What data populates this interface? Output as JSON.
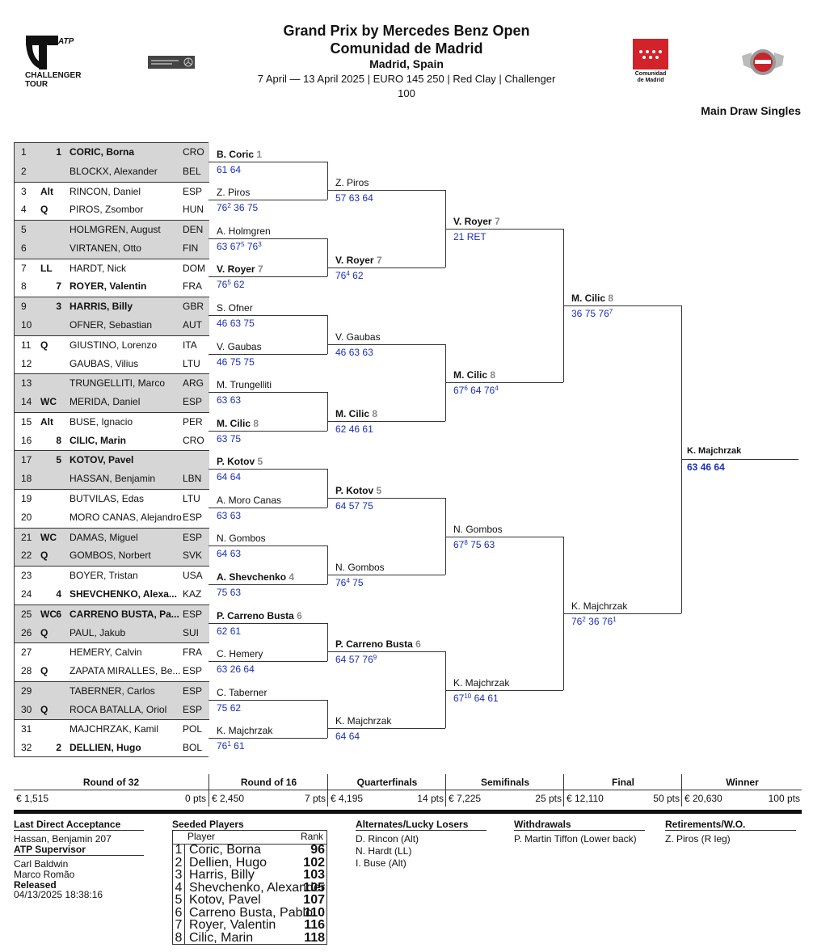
{
  "header": {
    "title": "Grand Prix by Mercedes Benz Open",
    "subtitle": "Comunidad de Madrid",
    "location": "Madrid, Spain",
    "info": "7 April — 13 April 2025 | EURO 145 250 | Red Clay | Challenger",
    "level": "100",
    "draw_type": "Main Draw Singles"
  },
  "logos": {
    "atp_top": "ATP",
    "atp_line1": "CHALLENGER",
    "atp_line2": "TOUR",
    "cm_line1": "Comunidad",
    "cm_line2": "de Madrid"
  },
  "players": [
    {
      "pos": "1",
      "entry": "",
      "seed": "1",
      "name": "CORIC, Borna",
      "nat": "CRO",
      "bold": true
    },
    {
      "pos": "2",
      "entry": "",
      "seed": "",
      "name": "BLOCKX, Alexander",
      "nat": "BEL",
      "bold": false
    },
    {
      "pos": "3",
      "entry": "Alt",
      "seed": "",
      "name": "RINCON, Daniel",
      "nat": "ESP",
      "bold": false
    },
    {
      "pos": "4",
      "entry": "Q",
      "seed": "",
      "name": "PIROS, Zsombor",
      "nat": "HUN",
      "bold": false
    },
    {
      "pos": "5",
      "entry": "",
      "seed": "",
      "name": "HOLMGREN, August",
      "nat": "DEN",
      "bold": false
    },
    {
      "pos": "6",
      "entry": "",
      "seed": "",
      "name": "VIRTANEN, Otto",
      "nat": "FIN",
      "bold": false
    },
    {
      "pos": "7",
      "entry": "LL",
      "seed": "",
      "name": "HARDT, Nick",
      "nat": "DOM",
      "bold": false
    },
    {
      "pos": "8",
      "entry": "",
      "seed": "7",
      "name": "ROYER, Valentin",
      "nat": "FRA",
      "bold": true
    },
    {
      "pos": "9",
      "entry": "",
      "seed": "3",
      "name": "HARRIS, Billy",
      "nat": "GBR",
      "bold": true
    },
    {
      "pos": "10",
      "entry": "",
      "seed": "",
      "name": "OFNER, Sebastian",
      "nat": "AUT",
      "bold": false
    },
    {
      "pos": "11",
      "entry": "Q",
      "seed": "",
      "name": "GIUSTINO, Lorenzo",
      "nat": "ITA",
      "bold": false
    },
    {
      "pos": "12",
      "entry": "",
      "seed": "",
      "name": "GAUBAS, Vilius",
      "nat": "LTU",
      "bold": false
    },
    {
      "pos": "13",
      "entry": "",
      "seed": "",
      "name": "TRUNGELLITI, Marco",
      "nat": "ARG",
      "bold": false
    },
    {
      "pos": "14",
      "entry": "WC",
      "seed": "",
      "name": "MERIDA, Daniel",
      "nat": "ESP",
      "bold": false
    },
    {
      "pos": "15",
      "entry": "Alt",
      "seed": "",
      "name": "BUSE, Ignacio",
      "nat": "PER",
      "bold": false
    },
    {
      "pos": "16",
      "entry": "",
      "seed": "8",
      "name": "CILIC, Marin",
      "nat": "CRO",
      "bold": true
    },
    {
      "pos": "17",
      "entry": "",
      "seed": "5",
      "name": "KOTOV, Pavel",
      "nat": "",
      "bold": true
    },
    {
      "pos": "18",
      "entry": "",
      "seed": "",
      "name": "HASSAN, Benjamin",
      "nat": "LBN",
      "bold": false
    },
    {
      "pos": "19",
      "entry": "",
      "seed": "",
      "name": "BUTVILAS, Edas",
      "nat": "LTU",
      "bold": false
    },
    {
      "pos": "20",
      "entry": "",
      "seed": "",
      "name": "MORO CANAS, Alejandro",
      "nat": "ESP",
      "bold": false
    },
    {
      "pos": "21",
      "entry": "WC",
      "seed": "",
      "name": "DAMAS, Miguel",
      "nat": "ESP",
      "bold": false
    },
    {
      "pos": "22",
      "entry": "Q",
      "seed": "",
      "name": "GOMBOS, Norbert",
      "nat": "SVK",
      "bold": false
    },
    {
      "pos": "23",
      "entry": "",
      "seed": "",
      "name": "BOYER, Tristan",
      "nat": "USA",
      "bold": false
    },
    {
      "pos": "24",
      "entry": "",
      "seed": "4",
      "name": "SHEVCHENKO, Alexa...",
      "nat": "KAZ",
      "bold": true
    },
    {
      "pos": "25",
      "entry": "WC",
      "seed": "6",
      "name": "CARRENO BUSTA, Pa...",
      "nat": "ESP",
      "bold": true
    },
    {
      "pos": "26",
      "entry": "Q",
      "seed": "",
      "name": "PAUL, Jakub",
      "nat": "SUI",
      "bold": false
    },
    {
      "pos": "27",
      "entry": "",
      "seed": "",
      "name": "HEMERY, Calvin",
      "nat": "FRA",
      "bold": false
    },
    {
      "pos": "28",
      "entry": "Q",
      "seed": "",
      "name": "ZAPATA MIRALLES, Be...",
      "nat": "ESP",
      "bold": false
    },
    {
      "pos": "29",
      "entry": "",
      "seed": "",
      "name": "TABERNER, Carlos",
      "nat": "ESP",
      "bold": false
    },
    {
      "pos": "30",
      "entry": "Q",
      "seed": "",
      "name": "ROCA BATALLA, Oriol",
      "nat": "ESP",
      "bold": false
    },
    {
      "pos": "31",
      "entry": "",
      "seed": "",
      "name": "MAJCHRZAK, Kamil",
      "nat": "POL",
      "bold": false
    },
    {
      "pos": "32",
      "entry": "",
      "seed": "2",
      "name": "DELLIEN, Hugo",
      "nat": "BOL",
      "bold": true
    }
  ],
  "rounds": [
    [
      {
        "name": "B. Coric",
        "seed": "1",
        "bold": true,
        "score": [
          [
            "61",
            ""
          ],
          [
            "64",
            ""
          ]
        ]
      },
      {
        "name": "Z. Piros",
        "seed": "",
        "bold": false,
        "score": [
          [
            "76",
            "2"
          ],
          [
            "36",
            ""
          ],
          [
            "75",
            ""
          ]
        ]
      },
      {
        "name": "A. Holmgren",
        "seed": "",
        "bold": false,
        "score": [
          [
            "63",
            ""
          ],
          [
            "67",
            "5"
          ],
          [
            "76",
            "3"
          ]
        ]
      },
      {
        "name": "V. Royer",
        "seed": "7",
        "bold": true,
        "score": [
          [
            "76",
            "5"
          ],
          [
            "62",
            ""
          ]
        ]
      },
      {
        "name": "S. Ofner",
        "seed": "",
        "bold": false,
        "score": [
          [
            "46",
            ""
          ],
          [
            "63",
            ""
          ],
          [
            "75",
            ""
          ]
        ]
      },
      {
        "name": "V. Gaubas",
        "seed": "",
        "bold": false,
        "score": [
          [
            "46",
            ""
          ],
          [
            "75",
            ""
          ],
          [
            "75",
            ""
          ]
        ]
      },
      {
        "name": "M. Trungelliti",
        "seed": "",
        "bold": false,
        "score": [
          [
            "63",
            ""
          ],
          [
            "63",
            ""
          ]
        ]
      },
      {
        "name": "M. Cilic",
        "seed": "8",
        "bold": true,
        "score": [
          [
            "63",
            ""
          ],
          [
            "75",
            ""
          ]
        ]
      },
      {
        "name": "P. Kotov",
        "seed": "5",
        "bold": true,
        "score": [
          [
            "64",
            ""
          ],
          [
            "64",
            ""
          ]
        ]
      },
      {
        "name": "A. Moro Canas",
        "seed": "",
        "bold": false,
        "score": [
          [
            "63",
            ""
          ],
          [
            "63",
            ""
          ]
        ]
      },
      {
        "name": "N. Gombos",
        "seed": "",
        "bold": false,
        "score": [
          [
            "64",
            ""
          ],
          [
            "63",
            ""
          ]
        ]
      },
      {
        "name": "A. Shevchenko",
        "seed": "4",
        "bold": true,
        "score": [
          [
            "75",
            ""
          ],
          [
            "63",
            ""
          ]
        ]
      },
      {
        "name": "P. Carreno Busta",
        "seed": "6",
        "bold": true,
        "score": [
          [
            "62",
            ""
          ],
          [
            "61",
            ""
          ]
        ]
      },
      {
        "name": "C. Hemery",
        "seed": "",
        "bold": false,
        "score": [
          [
            "63",
            ""
          ],
          [
            "26",
            ""
          ],
          [
            "64",
            ""
          ]
        ]
      },
      {
        "name": "C. Taberner",
        "seed": "",
        "bold": false,
        "score": [
          [
            "75",
            ""
          ],
          [
            "62",
            ""
          ]
        ]
      },
      {
        "name": "K. Majchrzak",
        "seed": "",
        "bold": false,
        "score": [
          [
            "76",
            "1"
          ],
          [
            "61",
            ""
          ]
        ]
      }
    ],
    [
      {
        "name": "Z. Piros",
        "seed": "",
        "bold": false,
        "score": [
          [
            "57",
            ""
          ],
          [
            "63",
            ""
          ],
          [
            "64",
            ""
          ]
        ]
      },
      {
        "name": "V. Royer",
        "seed": "7",
        "bold": true,
        "score": [
          [
            "76",
            "4"
          ],
          [
            "62",
            ""
          ]
        ]
      },
      {
        "name": "V. Gaubas",
        "seed": "",
        "bold": false,
        "score": [
          [
            "46",
            ""
          ],
          [
            "63",
            ""
          ],
          [
            "63",
            ""
          ]
        ]
      },
      {
        "name": "M. Cilic",
        "seed": "8",
        "bold": true,
        "score": [
          [
            "62",
            ""
          ],
          [
            "46",
            ""
          ],
          [
            "61",
            ""
          ]
        ]
      },
      {
        "name": "P. Kotov",
        "seed": "5",
        "bold": true,
        "score": [
          [
            "64",
            ""
          ],
          [
            "57",
            ""
          ],
          [
            "75",
            ""
          ]
        ]
      },
      {
        "name": "N. Gombos",
        "seed": "",
        "bold": false,
        "score": [
          [
            "76",
            "4"
          ],
          [
            "75",
            ""
          ]
        ]
      },
      {
        "name": "P. Carreno Busta",
        "seed": "6",
        "bold": true,
        "score": [
          [
            "64",
            ""
          ],
          [
            "57",
            ""
          ],
          [
            "76",
            "9"
          ]
        ]
      },
      {
        "name": "K. Majchrzak",
        "seed": "",
        "bold": false,
        "score": [
          [
            "64",
            ""
          ],
          [
            "64",
            ""
          ]
        ]
      }
    ],
    [
      {
        "name": "V. Royer",
        "seed": "7",
        "bold": true,
        "score": [
          [
            "21",
            ""
          ],
          [
            "RET",
            ""
          ]
        ]
      },
      {
        "name": "M. Cilic",
        "seed": "8",
        "bold": true,
        "score": [
          [
            "67",
            "6"
          ],
          [
            "64",
            ""
          ],
          [
            "76",
            "4"
          ]
        ]
      },
      {
        "name": "N. Gombos",
        "seed": "",
        "bold": false,
        "score": [
          [
            "67",
            "8"
          ],
          [
            "75",
            ""
          ],
          [
            "63",
            ""
          ]
        ]
      },
      {
        "name": "K. Majchrzak",
        "seed": "",
        "bold": false,
        "score": [
          [
            "67",
            "10"
          ],
          [
            "64",
            ""
          ],
          [
            "61",
            ""
          ]
        ]
      }
    ],
    [
      {
        "name": "M. Cilic",
        "seed": "8",
        "bold": true,
        "score": [
          [
            "36",
            ""
          ],
          [
            "75",
            ""
          ],
          [
            "76",
            "7"
          ]
        ]
      },
      {
        "name": "K. Majchrzak",
        "seed": "",
        "bold": false,
        "score": [
          [
            "76",
            "2"
          ],
          [
            "36",
            ""
          ],
          [
            "76",
            "1"
          ]
        ]
      }
    ],
    [
      {
        "name": "K. Majchrzak",
        "seed": "",
        "bold": true,
        "score": [
          [
            "63",
            ""
          ],
          [
            "46",
            ""
          ],
          [
            "64",
            ""
          ]
        ]
      }
    ]
  ],
  "prize": [
    {
      "round": "Round of 32",
      "amount": "€ 1,515",
      "points": "0 pts"
    },
    {
      "round": "Round of 16",
      "amount": "€ 2,450",
      "points": "7 pts"
    },
    {
      "round": "Quarterfinals",
      "amount": "€ 4,195",
      "points": "14 pts"
    },
    {
      "round": "Semifinals",
      "amount": "€ 7,225",
      "points": "25 pts"
    },
    {
      "round": "Final",
      "amount": "€ 12,110",
      "points": "50 pts"
    },
    {
      "round": "Winner",
      "amount": "€ 20,630",
      "points": "100 pts"
    }
  ],
  "footer": {
    "lda_title": "Last Direct Acceptance",
    "lda_value": "Hassan, Benjamin 207",
    "supervisor_title": "ATP Supervisor",
    "supervisor_1": "Carl Baldwin",
    "supervisor_2": "Marco Romão",
    "released_title": "Released",
    "released_value": "04/13/2025 18:38:16",
    "seeded_title": "Seeded Players",
    "seeded_col_player": "Player",
    "seeded_col_rank": "Rank",
    "seeded": [
      {
        "n": "1",
        "player": "Coric, Borna",
        "rank": "96"
      },
      {
        "n": "2",
        "player": "Dellien, Hugo",
        "rank": "102"
      },
      {
        "n": "3",
        "player": "Harris, Billy",
        "rank": "103"
      },
      {
        "n": "4",
        "player": "Shevchenko, Alexander",
        "rank": "105"
      },
      {
        "n": "5",
        "player": "Kotov, Pavel",
        "rank": "107"
      },
      {
        "n": "6",
        "player": "Carreno Busta, Pablo",
        "rank": "110"
      },
      {
        "n": "7",
        "player": "Royer, Valentin",
        "rank": "116"
      },
      {
        "n": "8",
        "player": "Cilic, Marin",
        "rank": "118"
      }
    ],
    "alt_title": "Alternates/Lucky Losers",
    "alts": [
      "D. Rincon (Alt)",
      "N. Hardt (LL)",
      "I. Buse (Alt)"
    ],
    "wd_title": "Withdrawals",
    "wd_value": "P. Martin Tiffon (Lower back)",
    "ret_title": "Retirements/W.O.",
    "ret_value": "Z. Piros (R leg)"
  }
}
